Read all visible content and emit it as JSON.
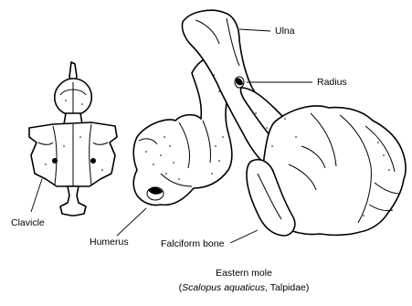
{
  "labels": {
    "ulna": "Ulna",
    "radius": "Radius",
    "clavicle": "Clavicle",
    "humerus": "Humerus",
    "falciform": "Falciform bone"
  },
  "caption": {
    "line1": "Eastern mole",
    "line2_open": "(",
    "line2_species": "Scalopus aquaticus",
    "line2_rest": ", Talpidae)"
  }
}
